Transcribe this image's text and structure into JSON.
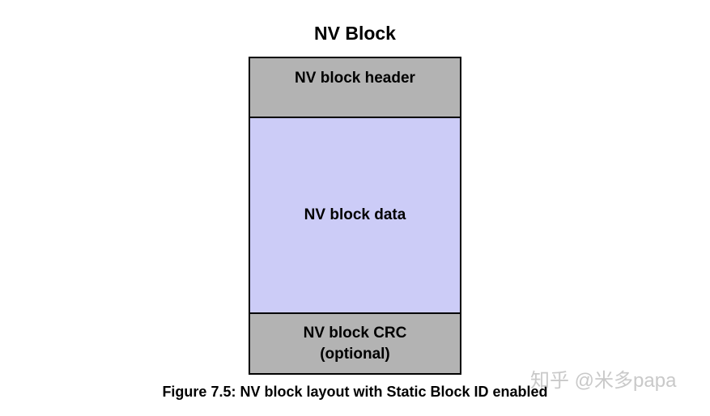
{
  "diagram": {
    "title": "NV Block",
    "blocks": [
      {
        "id": "header",
        "label": "NV block header"
      },
      {
        "id": "data",
        "label": "NV block data"
      },
      {
        "id": "crc",
        "label": "NV block CRC\n(optional)"
      }
    ],
    "caption": "Figure 7.5: NV block layout with Static Block ID enabled"
  },
  "watermark": {
    "text": "知乎 @米多papa"
  },
  "colors": {
    "block_gray": "#b3b3b3",
    "block_lavender": "#ccccf7",
    "border": "#000000",
    "watermark_gray": "#c9c9c9"
  }
}
